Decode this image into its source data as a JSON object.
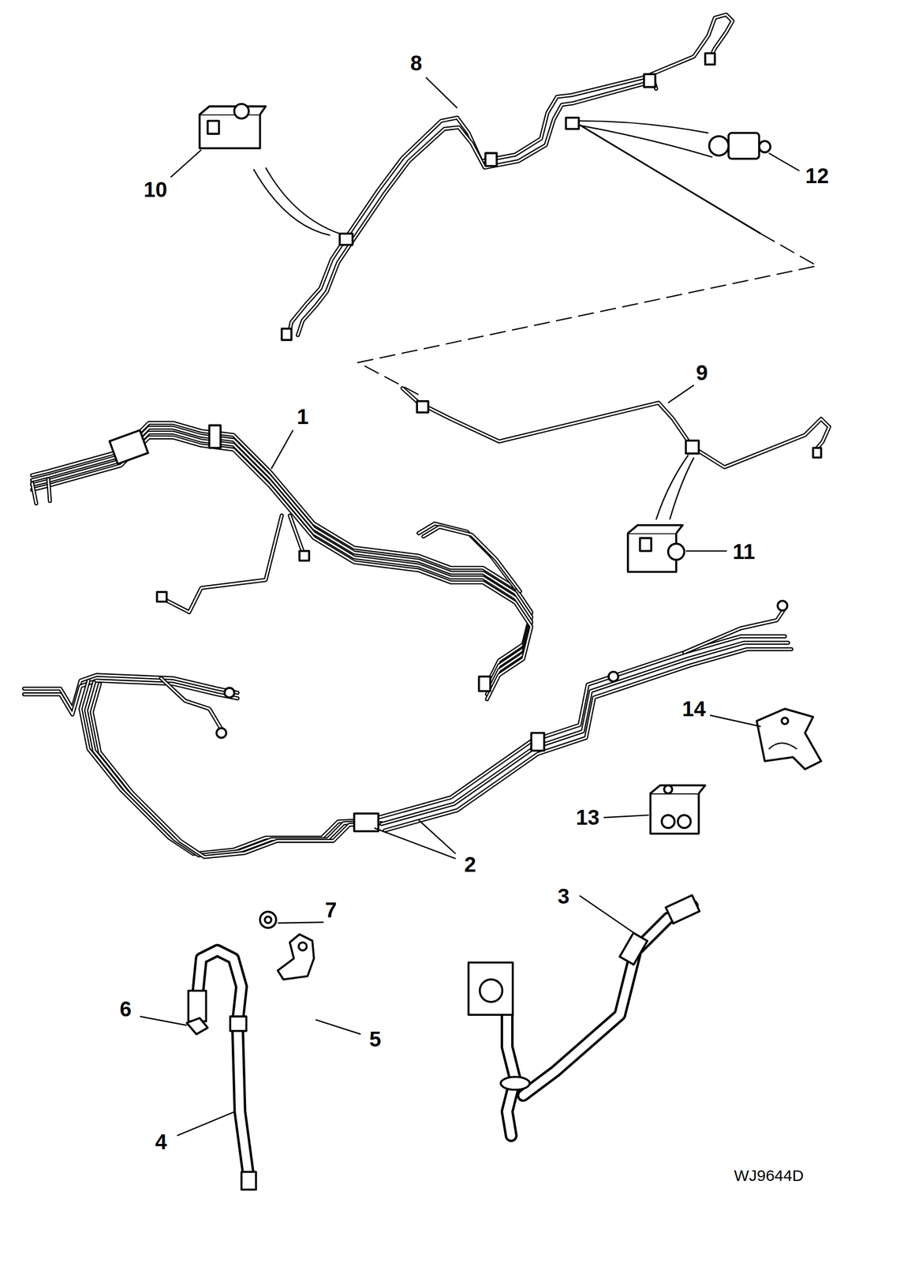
{
  "diagram": {
    "labels": [
      "8",
      "10",
      "12",
      "9",
      "1",
      "11",
      "14",
      "2",
      "13",
      "3",
      "7",
      "6",
      "5",
      "4",
      "WJ9644D"
    ]
  }
}
